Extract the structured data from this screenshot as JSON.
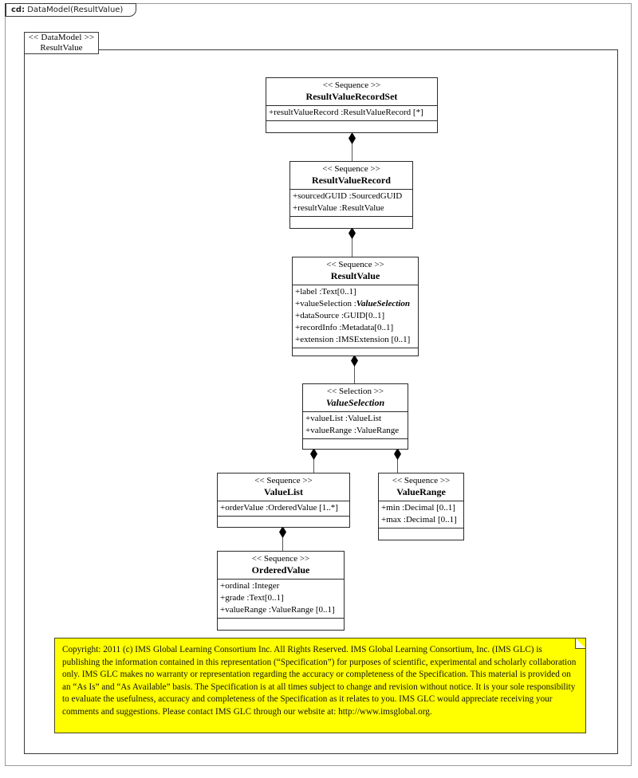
{
  "frame": {
    "tab_prefix": "cd:",
    "tab_title": " DataModel(ResultValue)"
  },
  "package": {
    "stereotype": "<< DataModel >>",
    "name": "ResultValue"
  },
  "classes": [
    {
      "id": "resultValueRecordSet",
      "stereotype": "<< Sequence >>",
      "name": "ResultValueRecordSet",
      "attributes": [
        "+resultValueRecord :ResultValueRecord  [*]"
      ]
    },
    {
      "id": "resultValueRecord",
      "stereotype": "<< Sequence >>",
      "name": "ResultValueRecord",
      "attributes": [
        "+sourcedGUID :SourcedGUID",
        "+resultValue  :ResultValue"
      ]
    },
    {
      "id": "resultValue",
      "stereotype": "<< Sequence >>",
      "name": "ResultValue",
      "attributes": [
        "+label :Text[0..1]",
        "+valueSelection  :",
        "+dataSource :GUID[0..1]",
        "+recordInfo :Metadata[0..1]",
        "+extension :IMSExtension [0..1]"
      ],
      "italic_type": "ValueSelection"
    },
    {
      "id": "valueSelection",
      "stereotype": "<< Selection  >>",
      "name": "ValueSelection",
      "attributes": [
        "+valueList  :ValueList",
        "+valueRange  :ValueRange"
      ]
    },
    {
      "id": "valueList",
      "stereotype": "<< Sequence >>",
      "name": "ValueList",
      "attributes": [
        "+orderValue :OrderedValue [1..*]"
      ]
    },
    {
      "id": "valueRange",
      "stereotype": "<< Sequence >>",
      "name": "ValueRange",
      "attributes": [
        "+min :Decimal [0..1]",
        "+max :Decimal [0..1]"
      ]
    },
    {
      "id": "orderedValue",
      "stereotype": "<< Sequence >>",
      "name": "OrderedValue",
      "attributes": [
        "+ordinal :Integer",
        "+grade :Text[0..1]",
        "+valueRange  :ValueRange  [0..1]"
      ]
    }
  ],
  "note": {
    "text": "Copyright: 2011 (c) IMS Global Learning Consortium Inc.  All Rights Reserved.  IMS Global Learning Consortium, Inc. (IMS GLC) is publishing the information contained in this representation (“Specification”) for purposes of scientific, experimental and scholarly collaboration only.  IMS GLC makes no warranty or representation regarding  the accuracy or completeness of the Specification.  This material is provided on an “As Is” and “As Available” basis.  The Specification is at all times subject to change and revision without notice.  It is your sole responsibility to evaluate the usefulness, accuracy and completeness of the Specification as it relates to you.  IMS GLC would appreciate receiving your comments and suggestions.  Please contact IMS GLC through our website at: http://www.imsglobal.org.",
    "background": "#ffff00"
  }
}
